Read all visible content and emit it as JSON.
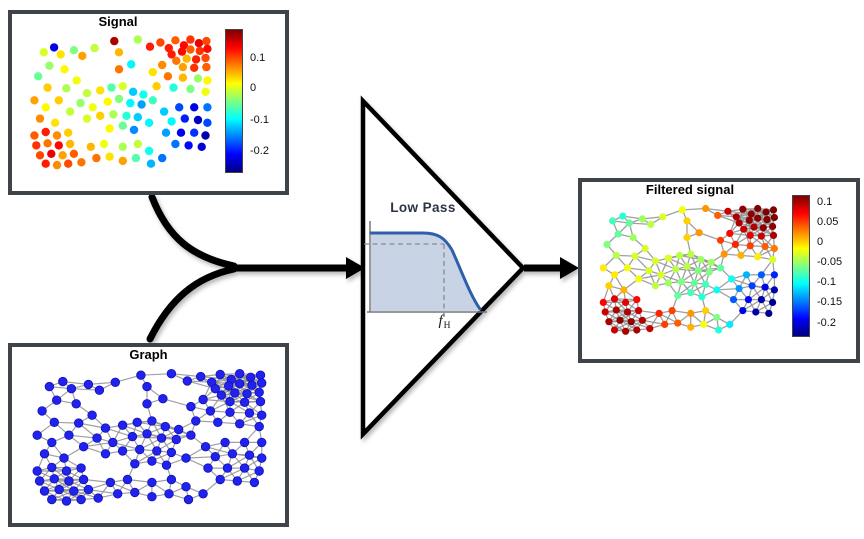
{
  "panels": {
    "signal": {
      "title": "Signal",
      "colorbar": {
        "vmin": -0.27,
        "vmax": 0.19,
        "ticks": [
          {
            "label": "0.1",
            "frac": 0.2
          },
          {
            "label": "0",
            "frac": 0.41
          },
          {
            "label": "-0.1",
            "frac": 0.63
          },
          {
            "label": "-0.2",
            "frac": 0.85
          }
        ]
      }
    },
    "graph": {
      "title": "Graph"
    },
    "filtered": {
      "title": "Filtered signal",
      "colorbar": {
        "vmin": -0.235,
        "vmax": 0.115,
        "ticks": [
          {
            "label": "0.1",
            "frac": 0.05
          },
          {
            "label": "0.05",
            "frac": 0.19
          },
          {
            "label": "0",
            "frac": 0.33
          },
          {
            "label": "-0.05",
            "frac": 0.47
          },
          {
            "label": "-0.1",
            "frac": 0.61
          },
          {
            "label": "-0.15",
            "frac": 0.755
          },
          {
            "label": "-0.2",
            "frac": 0.9
          }
        ]
      }
    }
  },
  "filter": {
    "label": "Low Pass",
    "cutoff_symbol": "f",
    "cutoff_subscript": "H"
  },
  "colors": {
    "panel_border": "#3f444b",
    "node_blue": "#2222ee",
    "node_blue_edge": "#1010b8",
    "edge_gray": "#8f8f8f",
    "arrow_black": "#000000",
    "filter_curve": "#2e5fa8",
    "filter_fill": "#c9d3e6",
    "axis_gray": "#777777",
    "dashed_gray": "#8a8a8a"
  },
  "graph_data": {
    "edge_rule": {
      "type": "distance-threshold",
      "threshold": 0.13
    },
    "nodes": [
      [
        0.1,
        0.13
      ],
      [
        0.155,
        0.095
      ],
      [
        0.19,
        0.145
      ],
      [
        0.26,
        0.115
      ],
      [
        0.305,
        0.155
      ],
      [
        0.37,
        0.1
      ],
      [
        0.13,
        0.225
      ],
      [
        0.21,
        0.25
      ],
      [
        0.07,
        0.3
      ],
      [
        0.12,
        0.38
      ],
      [
        0.22,
        0.385
      ],
      [
        0.275,
        0.33
      ],
      [
        0.475,
        0.05
      ],
      [
        0.5,
        0.13
      ],
      [
        0.6,
        0.04
      ],
      [
        0.665,
        0.09
      ],
      [
        0.5,
        0.25
      ],
      [
        0.565,
        0.215
      ],
      [
        0.72,
        0.06
      ],
      [
        0.765,
        0.1
      ],
      [
        0.8,
        0.045
      ],
      [
        0.845,
        0.08
      ],
      [
        0.88,
        0.04
      ],
      [
        0.925,
        0.065
      ],
      [
        0.965,
        0.05
      ],
      [
        0.78,
        0.145
      ],
      [
        0.835,
        0.125
      ],
      [
        0.88,
        0.11
      ],
      [
        0.93,
        0.12
      ],
      [
        0.97,
        0.105
      ],
      [
        0.805,
        0.19
      ],
      [
        0.86,
        0.175
      ],
      [
        0.91,
        0.18
      ],
      [
        0.96,
        0.17
      ],
      [
        0.84,
        0.235
      ],
      [
        0.9,
        0.24
      ],
      [
        0.965,
        0.235
      ],
      [
        0.73,
        0.22
      ],
      [
        0.68,
        0.27
      ],
      [
        0.76,
        0.3
      ],
      [
        0.84,
        0.31
      ],
      [
        0.92,
        0.315
      ],
      [
        0.97,
        0.33
      ],
      [
        0.7,
        0.37
      ],
      [
        0.79,
        0.38
      ],
      [
        0.88,
        0.39
      ],
      [
        0.96,
        0.41
      ],
      [
        0.33,
        0.42
      ],
      [
        0.4,
        0.4
      ],
      [
        0.46,
        0.38
      ],
      [
        0.52,
        0.37
      ],
      [
        0.575,
        0.41
      ],
      [
        0.63,
        0.43
      ],
      [
        0.44,
        0.48
      ],
      [
        0.5,
        0.46
      ],
      [
        0.56,
        0.49
      ],
      [
        0.62,
        0.5
      ],
      [
        0.68,
        0.47
      ],
      [
        0.36,
        0.52
      ],
      [
        0.295,
        0.49
      ],
      [
        0.05,
        0.47
      ],
      [
        0.11,
        0.52
      ],
      [
        0.18,
        0.47
      ],
      [
        0.24,
        0.55
      ],
      [
        0.08,
        0.6
      ],
      [
        0.16,
        0.63
      ],
      [
        0.33,
        0.6
      ],
      [
        0.4,
        0.58
      ],
      [
        0.47,
        0.57
      ],
      [
        0.54,
        0.58
      ],
      [
        0.6,
        0.59
      ],
      [
        0.52,
        0.65
      ],
      [
        0.45,
        0.67
      ],
      [
        0.58,
        0.68
      ],
      [
        0.66,
        0.63
      ],
      [
        0.74,
        0.55
      ],
      [
        0.82,
        0.52
      ],
      [
        0.9,
        0.52
      ],
      [
        0.97,
        0.52
      ],
      [
        0.78,
        0.62
      ],
      [
        0.85,
        0.6
      ],
      [
        0.92,
        0.61
      ],
      [
        0.97,
        0.63
      ],
      [
        0.75,
        0.7
      ],
      [
        0.83,
        0.7
      ],
      [
        0.9,
        0.7
      ],
      [
        0.96,
        0.72
      ],
      [
        0.8,
        0.78
      ],
      [
        0.87,
        0.79
      ],
      [
        0.94,
        0.8
      ],
      [
        0.05,
        0.72
      ],
      [
        0.11,
        0.695
      ],
      [
        0.17,
        0.72
      ],
      [
        0.23,
        0.7
      ],
      [
        0.06,
        0.79
      ],
      [
        0.12,
        0.775
      ],
      [
        0.18,
        0.79
      ],
      [
        0.24,
        0.78
      ],
      [
        0.08,
        0.86
      ],
      [
        0.14,
        0.85
      ],
      [
        0.2,
        0.86
      ],
      [
        0.26,
        0.85
      ],
      [
        0.11,
        0.92
      ],
      [
        0.17,
        0.93
      ],
      [
        0.23,
        0.92
      ],
      [
        0.3,
        0.91
      ],
      [
        0.35,
        0.8
      ],
      [
        0.42,
        0.78
      ],
      [
        0.38,
        0.88
      ],
      [
        0.45,
        0.87
      ],
      [
        0.52,
        0.8
      ],
      [
        0.52,
        0.9
      ],
      [
        0.59,
        0.88
      ],
      [
        0.6,
        0.78
      ],
      [
        0.66,
        0.83
      ],
      [
        0.67,
        0.92
      ],
      [
        0.73,
        0.88
      ]
    ],
    "signal_values": [
      0.0,
      -0.22,
      0.03,
      -0.04,
      0.06,
      -0.01,
      -0.03,
      0.02,
      -0.05,
      0.04,
      -0.02,
      0.01,
      0.17,
      0.05,
      -0.02,
      0.12,
      0.08,
      -0.1,
      0.1,
      0.12,
      0.09,
      0.13,
      0.11,
      0.14,
      0.1,
      0.12,
      0.13,
      0.09,
      0.11,
      0.13,
      0.08,
      0.05,
      0.12,
      0.1,
      0.06,
      0.11,
      0.09,
      0.07,
      0.03,
      0.08,
      0.05,
      -0.03,
      0.02,
      0.04,
      -0.08,
      -0.04,
      0.01,
      -0.01,
      0.03,
      -0.06,
      0.0,
      -0.12,
      -0.09,
      0.02,
      -0.04,
      -0.1,
      -0.14,
      -0.07,
      0.01,
      -0.03,
      0.06,
      0.02,
      0.04,
      -0.01,
      0.07,
      0.03,
      0.0,
      0.04,
      -0.02,
      -0.08,
      -0.12,
      -0.05,
      0.02,
      -0.15,
      -0.1,
      -0.12,
      -0.18,
      -0.22,
      -0.16,
      -0.1,
      -0.2,
      -0.24,
      -0.18,
      -0.14,
      -0.22,
      -0.19,
      -0.25,
      -0.16,
      -0.21,
      -0.23,
      0.09,
      0.12,
      0.07,
      0.04,
      0.11,
      0.08,
      0.13,
      0.05,
      0.1,
      0.14,
      0.06,
      0.09,
      0.12,
      0.07,
      0.1,
      0.08,
      0.05,
      0.01,
      0.08,
      0.03,
      -0.02,
      0.06,
      -0.06,
      -0.01,
      -0.09,
      -0.13,
      -0.16
    ],
    "filtered_values": [
      -0.08,
      -0.09,
      -0.07,
      -0.05,
      -0.04,
      -0.03,
      -0.07,
      -0.05,
      -0.06,
      -0.04,
      -0.03,
      -0.03,
      -0.02,
      0.0,
      0.02,
      0.04,
      0.0,
      0.02,
      0.09,
      0.1,
      0.11,
      0.11,
      0.12,
      0.12,
      0.12,
      0.1,
      0.11,
      0.11,
      0.12,
      0.12,
      0.09,
      0.1,
      0.11,
      0.11,
      0.08,
      0.09,
      0.1,
      0.07,
      0.05,
      0.06,
      0.05,
      0.04,
      0.03,
      0.02,
      0.01,
      -0.01,
      -0.03,
      -0.03,
      -0.03,
      -0.04,
      -0.04,
      -0.05,
      -0.05,
      -0.04,
      -0.04,
      -0.06,
      -0.06,
      -0.07,
      -0.03,
      -0.03,
      -0.01,
      -0.01,
      -0.02,
      -0.02,
      0.0,
      0.01,
      -0.04,
      -0.05,
      -0.06,
      -0.07,
      -0.08,
      -0.08,
      -0.07,
      -0.09,
      -0.1,
      -0.1,
      -0.13,
      -0.16,
      -0.18,
      -0.14,
      -0.17,
      -0.2,
      -0.22,
      -0.16,
      -0.19,
      -0.22,
      -0.23,
      -0.2,
      -0.22,
      -0.23,
      0.07,
      0.08,
      0.08,
      0.07,
      0.09,
      0.1,
      0.1,
      0.09,
      0.1,
      0.11,
      0.11,
      0.1,
      0.09,
      0.1,
      0.1,
      0.09,
      0.06,
      0.05,
      0.05,
      0.04,
      0.02,
      0.01,
      -0.02,
      0.0,
      -0.06,
      -0.09,
      -0.11
    ]
  }
}
